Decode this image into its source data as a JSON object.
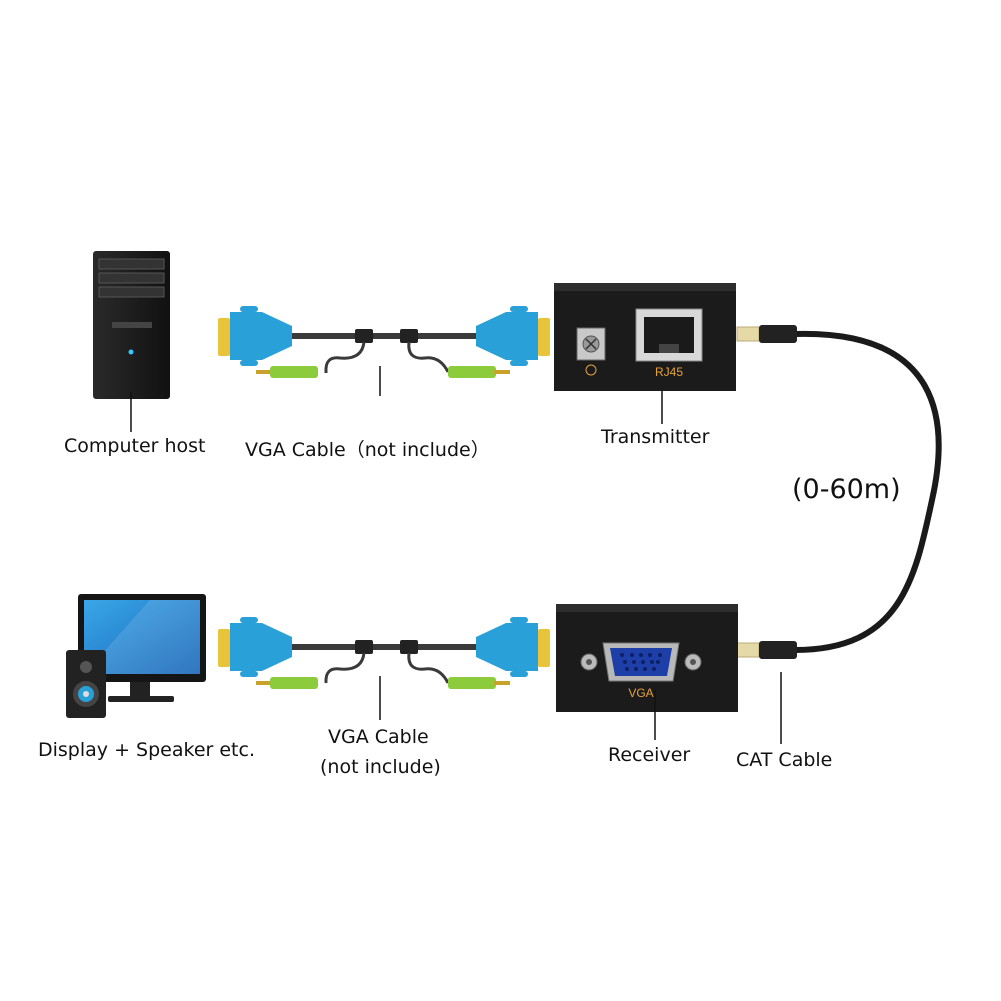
{
  "labels": {
    "computer_host": "Computer host",
    "vga_cable_top": "VGA Cable（not include）",
    "transmitter": "Transmitter",
    "distance": "(0-60m)",
    "display_speaker": "Display + Speaker etc.",
    "vga_cable_bottom_line1": "VGA Cable",
    "vga_cable_bottom_line2": "(not include)",
    "receiver": "Receiver",
    "cat_cable": "CAT Cable"
  },
  "ports": {
    "rj45": "RJ45",
    "vga": "VGA"
  },
  "colors": {
    "vga_plug": "#2aa0d8",
    "vga_screw": "#e8c43a",
    "audio_plug": "#8ccc3c",
    "device_body": "#1b1b1b",
    "port_label": "#e5a23a",
    "cable": "#1a1a1a"
  }
}
